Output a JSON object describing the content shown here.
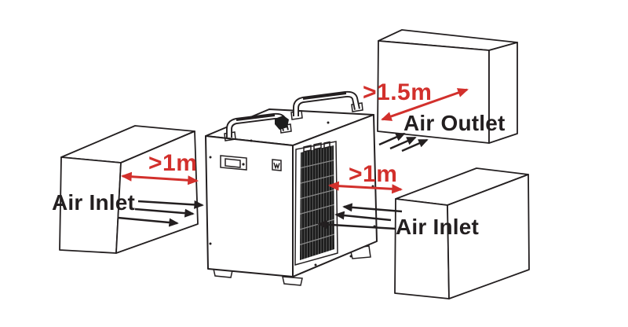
{
  "labels": {
    "clearance_left": ">1m",
    "clearance_back": ">1.5m",
    "clearance_right": ">1m",
    "air_inlet_left": "Air Inlet",
    "air_inlet_right": "Air Inlet",
    "air_outlet": "Air Outlet"
  },
  "colors": {
    "background": "#ffffff",
    "line": "#231f20",
    "clearance_red": "#d2302c",
    "grille_dark": "#181818"
  }
}
